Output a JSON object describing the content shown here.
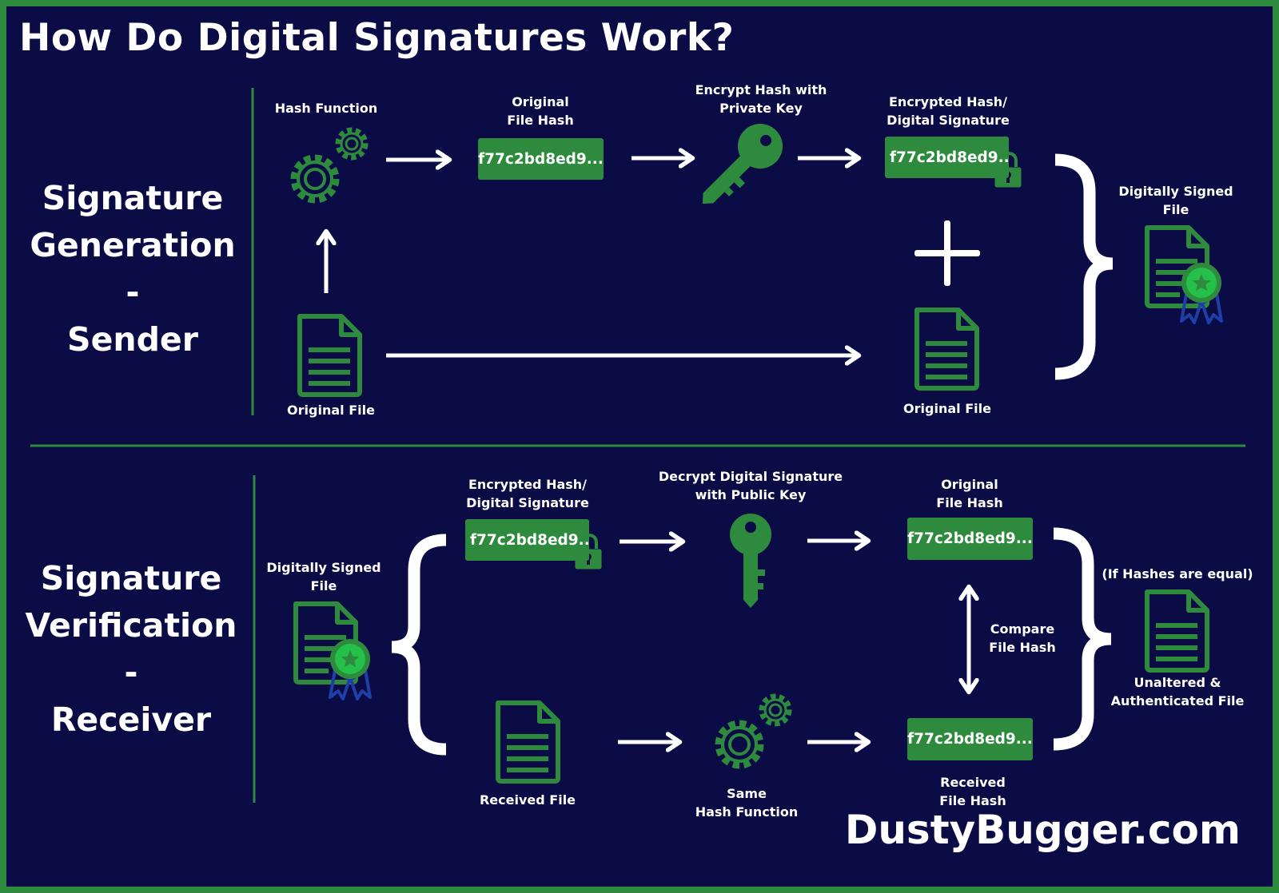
{
  "title": "How Do Digital Signatures Work?",
  "brand": "DustyBugger.com",
  "colors": {
    "background": "#0b0b45",
    "frame": "#2e8b3e",
    "accent": "#2e8b3e",
    "text": "#ffffff",
    "ribbon": "#1f3fa8"
  },
  "generation": {
    "heading": [
      "Signature",
      "Generation",
      "-",
      "Sender"
    ],
    "hash_function_label": "Hash Function",
    "original_hash_label": [
      "Original",
      "File Hash"
    ],
    "original_hash_value": "f77c2bd8ed9...",
    "encrypt_label": [
      "Encrypt Hash with",
      "Private Key"
    ],
    "encrypted_hash_label": [
      "Encrypted Hash/",
      "Digital Signature"
    ],
    "encrypted_hash_value": "f77c2bd8ed9...",
    "original_file_label": "Original File",
    "original_file_label_2": "Original File",
    "signed_file_label": [
      "Digitally Signed",
      "File"
    ]
  },
  "verification": {
    "heading": [
      "Signature",
      "Verification",
      "-",
      "Receiver"
    ],
    "signed_file_label": [
      "Digitally Signed",
      "File"
    ],
    "encrypted_hash_label": [
      "Encrypted Hash/",
      "Digital Signature"
    ],
    "encrypted_hash_value": "f77c2bd8ed9...",
    "decrypt_label": [
      "Decrypt Digital Signature",
      "with Public Key"
    ],
    "original_hash_label": [
      "Original",
      "File Hash"
    ],
    "original_hash_value": "f77c2bd8ed9...",
    "compare_label": [
      "Compare",
      "File Hash"
    ],
    "received_hash_value": "f77c2bd8ed9...",
    "received_hash_label": [
      "Received",
      "File Hash"
    ],
    "received_file_label": "Received File",
    "same_hash_label": [
      "Same",
      "Hash Function"
    ],
    "condition_label": "(If Hashes are equal)",
    "result_label": [
      "Unaltered &",
      "Authenticated File"
    ]
  },
  "icons": [
    "gears-icon",
    "document-icon",
    "key-icon",
    "lock-icon",
    "certificate-icon",
    "arrow-icon",
    "plus-icon",
    "brace-icon"
  ]
}
